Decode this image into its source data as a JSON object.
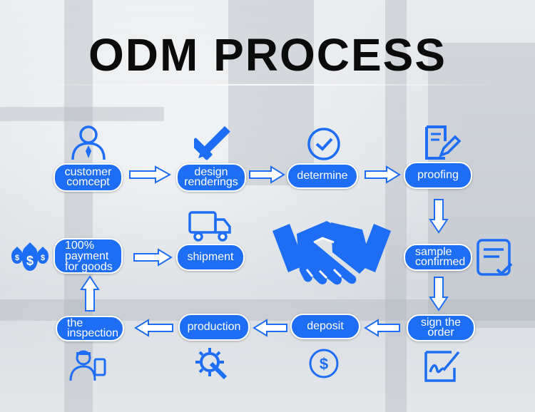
{
  "title": "ODM PROCESS",
  "steps": {
    "customer_concept": "customer\ncomcept",
    "design_renderings": "design\nrenderings",
    "determine": "determine",
    "proofing": "proofing",
    "sample_confirmed": "sample\nconfirmed",
    "sign_the_order": "sign the\norder",
    "deposit": "deposit",
    "production": "production",
    "the_inspection": "the\ninspection",
    "payment": "100%\npayment\nfor goods",
    "shipment": "shipment"
  },
  "icons": {
    "customer": "user-icon",
    "design": "pencil-ruler-icon",
    "determine": "check-circle-icon",
    "proofing": "document-edit-icon",
    "sample": "checklist-icon",
    "sign": "signature-icon",
    "deposit": "dollar-coin-icon",
    "production": "gear-wrench-icon",
    "inspection": "inspector-icon",
    "payment": "money-bags-icon",
    "shipment": "truck-icon",
    "center": "handshake-icon"
  },
  "colors": {
    "accent": "#1e6ef5",
    "title": "#0b0b0b"
  }
}
